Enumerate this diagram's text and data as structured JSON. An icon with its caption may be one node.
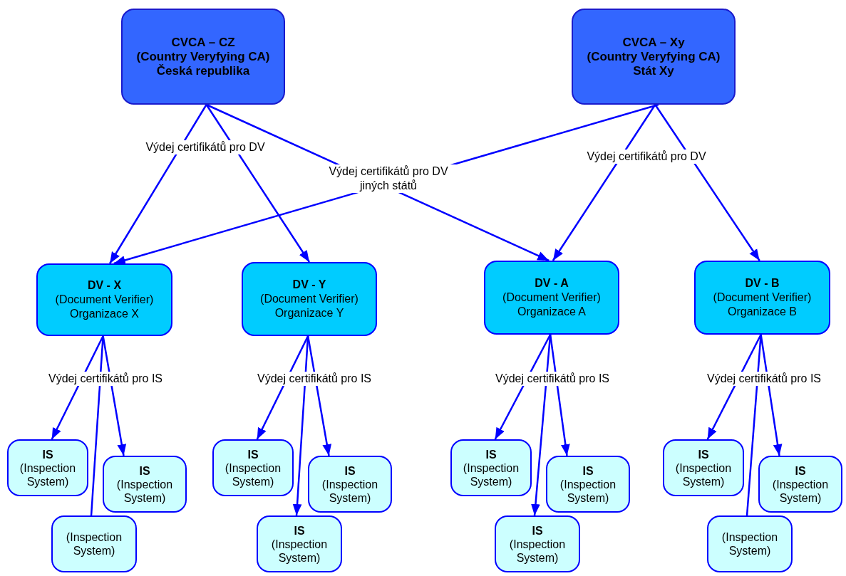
{
  "diagram": {
    "nodes": [
      {
        "text": [
          "CVCA – CZ",
          "(Country Veryfying CA)",
          "Česká republika"
        ]
      },
      {
        "text": [
          "CVCA – Xy",
          "(Country Veryfying CA)",
          "Stát Xy"
        ]
      },
      {
        "text": [
          "DV - X",
          "(Document Verifier)",
          "Organizace X"
        ]
      },
      {
        "text": [
          "DV - Y",
          "(Document Verifier)",
          "Organizace Y"
        ]
      },
      {
        "text": [
          "DV - A",
          "(Document Verifier)",
          "Organizace A"
        ]
      },
      {
        "text": [
          "DV - B",
          "(Document Verifier)",
          "Organizace B"
        ]
      },
      {
        "text": [
          "IS",
          "(Inspection System)"
        ]
      },
      {
        "text": [
          "IS",
          "(Inspection System)"
        ]
      },
      {
        "text": [
          "(Inspection System)"
        ]
      },
      {
        "text": [
          "IS",
          "(Inspection System)"
        ]
      },
      {
        "text": [
          "IS",
          "(Inspection System)"
        ]
      },
      {
        "text": [
          "IS",
          "(Inspection System)"
        ]
      },
      {
        "text": [
          "IS",
          "(Inspection System)"
        ]
      },
      {
        "text": [
          "IS",
          "(Inspection System)"
        ]
      },
      {
        "text": [
          "IS",
          "(Inspection System)"
        ]
      },
      {
        "text": [
          "IS",
          "(Inspection System)"
        ]
      },
      {
        "text": [
          "IS",
          "(Inspection System)"
        ]
      },
      {
        "text": [
          "(Inspection System)"
        ]
      }
    ],
    "edges": [
      {
        "from": 0,
        "to": 2,
        "arrow": "to",
        "label": "Výdej certifikátů pro DV"
      },
      {
        "from": 0,
        "to": 3,
        "arrow": "to"
      },
      {
        "from": 0,
        "to": 4,
        "arrow": "to",
        "label": "Výdej certifikátů pro DV jiných států"
      },
      {
        "from": 1,
        "to": 2,
        "arrow": "to"
      },
      {
        "from": 1,
        "to": 4,
        "arrow": "to",
        "label": "Výdej certifikátů pro DV"
      },
      {
        "from": 1,
        "to": 5,
        "arrow": "to"
      },
      {
        "from": 2,
        "to": 6,
        "arrow": "to",
        "label": "Výdej certifikátů pro IS"
      },
      {
        "from": 2,
        "to": 7,
        "arrow": "to"
      },
      {
        "from": 2,
        "to": 8,
        "arrow": "none"
      },
      {
        "from": 3,
        "to": 9,
        "arrow": "to",
        "label": "Výdej certifikátů pro IS"
      },
      {
        "from": 3,
        "to": 10,
        "arrow": "to"
      },
      {
        "from": 3,
        "to": 11,
        "arrow": "to"
      },
      {
        "from": 4,
        "to": 12,
        "arrow": "to",
        "label": "Výdej certifikátů pro IS"
      },
      {
        "from": 4,
        "to": 13,
        "arrow": "to"
      },
      {
        "from": 4,
        "to": 14,
        "arrow": "to"
      },
      {
        "from": 5,
        "to": 15,
        "arrow": "to",
        "label": "Výdej certifikátů pro IS"
      },
      {
        "from": 5,
        "to": 16,
        "arrow": "to"
      },
      {
        "from": 5,
        "to": 17,
        "arrow": "none"
      }
    ]
  }
}
